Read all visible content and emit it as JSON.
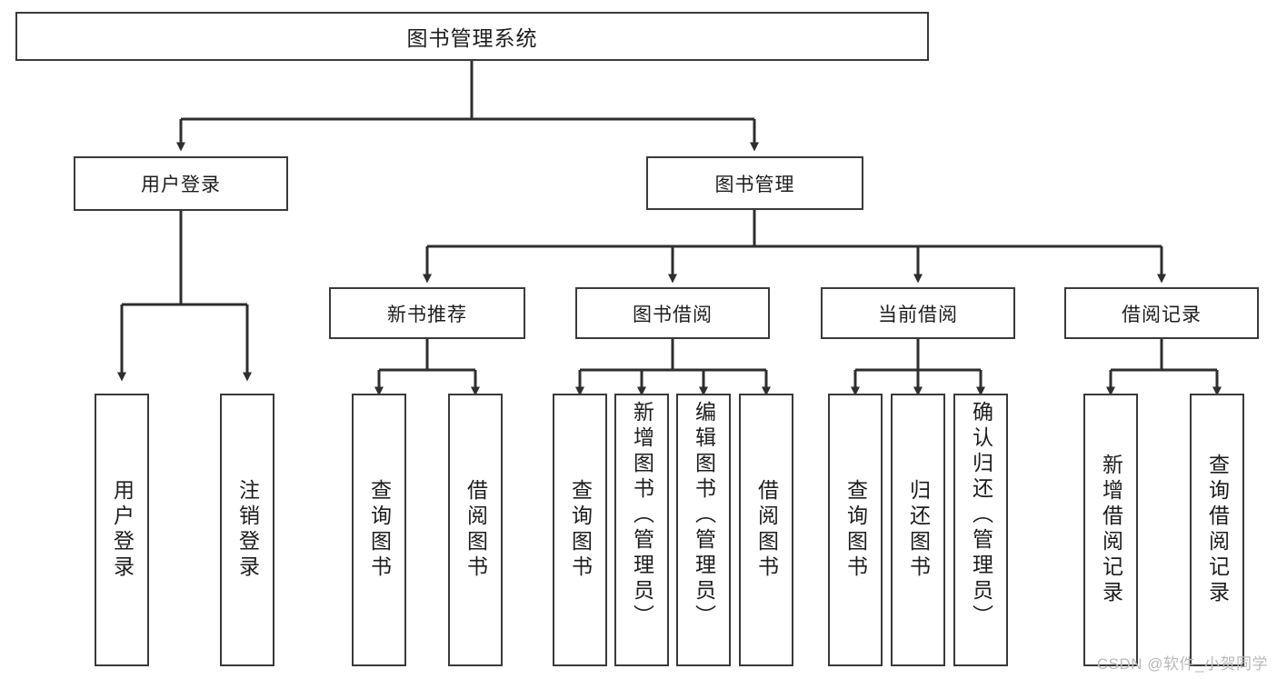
{
  "diagram": {
    "type": "tree-hierarchy",
    "title": "图书管理系统",
    "watermark": "CSDN @软件_小贺同学",
    "colors": {
      "stroke": "#3a3a3a",
      "fill": "#ffffff",
      "text": "#1d1d1d",
      "watermark": "#b9b9b9"
    },
    "levels": {
      "root": {
        "label": "图书管理系统"
      },
      "level2": [
        {
          "id": "user-login",
          "label": "用户登录"
        },
        {
          "id": "book-manage",
          "label": "图书管理"
        }
      ],
      "level3": [
        {
          "id": "new-book-rec",
          "label": "新书推荐"
        },
        {
          "id": "book-borrow",
          "label": "图书借阅"
        },
        {
          "id": "current-borrow",
          "label": "当前借阅"
        },
        {
          "id": "borrow-record",
          "label": "借阅记录"
        }
      ],
      "leaves": {
        "user-login": [
          {
            "id": "leaf-user-login",
            "label": "用户登录"
          },
          {
            "id": "leaf-user-logout",
            "label": "注销登录"
          }
        ],
        "new-book-rec": [
          {
            "id": "leaf-query-book-1",
            "label": "查询图书"
          },
          {
            "id": "leaf-borrow-book-1",
            "label": "借阅图书"
          }
        ],
        "book-borrow": [
          {
            "id": "leaf-query-book-2",
            "label": "查询图书"
          },
          {
            "id": "leaf-add-book",
            "label": "新增图书（管理员）"
          },
          {
            "id": "leaf-edit-book",
            "label": "编辑图书（管理员）"
          },
          {
            "id": "leaf-borrow-book-2",
            "label": "借阅图书"
          }
        ],
        "current-borrow": [
          {
            "id": "leaf-query-book-3",
            "label": "查询图书"
          },
          {
            "id": "leaf-return-book",
            "label": "归还图书"
          },
          {
            "id": "leaf-confirm-return",
            "label": "确认归还（管理员）"
          }
        ],
        "borrow-record": [
          {
            "id": "leaf-add-record",
            "label": "新增借阅记录"
          },
          {
            "id": "leaf-query-record",
            "label": "查询借阅记录"
          }
        ]
      }
    }
  }
}
